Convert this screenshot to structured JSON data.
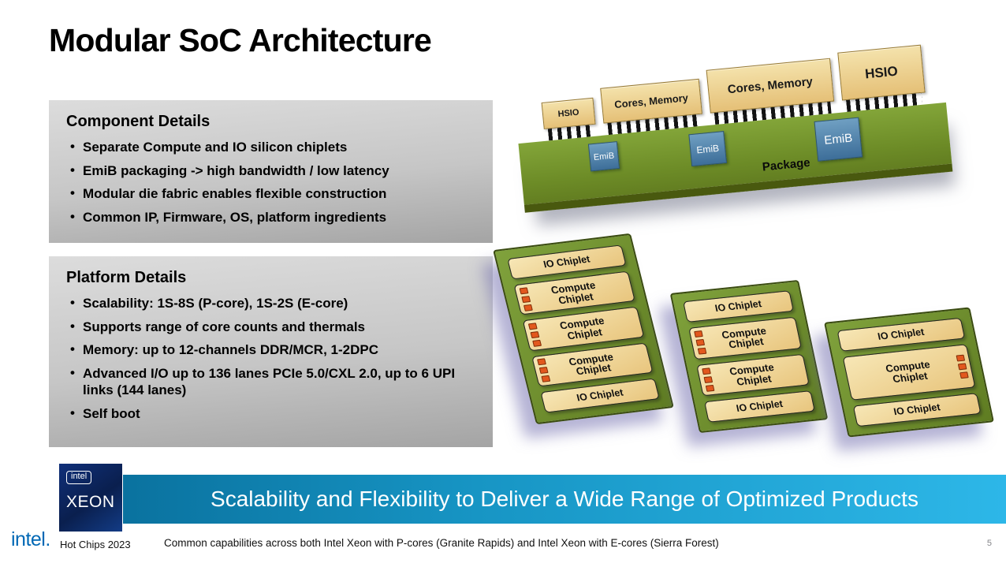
{
  "slide": {
    "title": "Modular SoC Architecture",
    "page_number": "5"
  },
  "component_details": {
    "heading": "Component Details",
    "bullets": [
      "Separate Compute and IO silicon chiplets",
      "EmiB packaging -> high bandwidth / low latency",
      "Modular die fabric enables flexible construction",
      "Common IP, Firmware, OS, platform ingredients"
    ]
  },
  "platform_details": {
    "heading": "Platform Details",
    "bullets": [
      "Scalability: 1S-8S (P-core), 1S-2S (E-core)",
      "Supports range of core counts and thermals",
      "Memory: up to 12-channels DDR/MCR, 1-2DPC",
      "Advanced I/O up to 136 lanes PCIe 5.0/CXL 2.0, up to 6 UPI links (144 lanes)",
      "Self boot"
    ]
  },
  "package_diagram": {
    "top_chips": [
      "HSIO",
      "Cores, Memory",
      "Cores, Memory",
      "HSIO"
    ],
    "emib_labels": [
      "EmiB",
      "EmiB",
      "EmiB"
    ],
    "package_label": "Package"
  },
  "boards": [
    {
      "chiplets": [
        "IO Chiplet",
        "Compute Chiplet",
        "Compute Chiplet",
        "Compute Chiplet",
        "IO Chiplet"
      ]
    },
    {
      "chiplets": [
        "IO Chiplet",
        "Compute Chiplet",
        "Compute Chiplet",
        "IO Chiplet"
      ]
    },
    {
      "chiplets": [
        "IO Chiplet",
        "Compute Chiplet",
        "IO Chiplet"
      ]
    }
  ],
  "banner": {
    "text": "Scalability and Flexibility to Deliver a Wide Range of Optimized Products"
  },
  "xeon_badge": {
    "intel_text": "intel",
    "xeon_text": "XEON"
  },
  "footer": {
    "logo": "intel.",
    "event": "Hot Chips 2023",
    "note": "Common capabilities across both Intel Xeon with P-cores (Granite Rapids) and Intel Xeon with E-cores (Sierra Forest)"
  },
  "colors": {
    "package_green": "#6d8c27",
    "chip_tan": "#e9c87f",
    "emib_blue": "#4478a6",
    "connector_orange": "#e2581e",
    "banner_left": "#0a729f",
    "banner_right": "#2db7e8",
    "intel_blue": "#0068b5",
    "panel_gray": "#c6c6c6"
  }
}
